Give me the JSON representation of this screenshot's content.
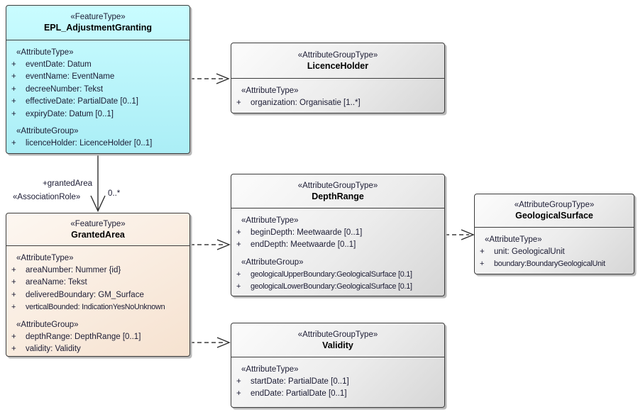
{
  "diagram": {
    "colors": {
      "feature_cyan_top": "#C9FCFF",
      "feature_cyan_bottom": "#ABEEF6",
      "granted_top": "#FDF7F1",
      "granted_bottom": "#F6E2D0",
      "group_top": "#FCFCFC",
      "group_bottom": "#D6D6D6",
      "border": "#3C3C3C",
      "text": "#1B1B33"
    },
    "boxes": {
      "epl": {
        "stereotype": "«FeatureType»",
        "title": "EPL_AdjustmentGranting",
        "attr_header": "«AttributeType»",
        "attrs": [
          {
            "vis": "+",
            "text": "eventDate: Datum"
          },
          {
            "vis": "+",
            "text": "eventName: EventName"
          },
          {
            "vis": "+",
            "text": "decreeNumber: Tekst"
          },
          {
            "vis": "+",
            "text": "effectiveDate: PartialDate [0..1]"
          },
          {
            "vis": "+",
            "text": "expiryDate: Datum [0..1]"
          }
        ],
        "group_header": "«AttributeGroup»",
        "groups": [
          {
            "vis": "+",
            "text": "licenceHolder: LicenceHolder [0..1]"
          }
        ]
      },
      "licence_holder": {
        "stereotype": "«AttributeGroupType»",
        "title": "LicenceHolder",
        "attr_header": "«AttributeType»",
        "attrs": [
          {
            "vis": "+",
            "text": "organization: Organisatie [1..*]"
          }
        ]
      },
      "depth_range": {
        "stereotype": "«AttributeGroupType»",
        "title": "DepthRange",
        "attr_header": "«AttributeType»",
        "attrs": [
          {
            "vis": "+",
            "text": "beginDepth: Meetwaarde [0..1]"
          },
          {
            "vis": "+",
            "text": "endDepth: Meetwaarde [0..1]"
          }
        ],
        "group_header": "«AttributeGroup»",
        "groups": [
          {
            "vis": "+",
            "text": "geologicalUpperBoundary:GeologicalSurface [0.1]"
          },
          {
            "vis": "+",
            "text": "geologicalLowerBoundary:GeologicalSurface [0.1]"
          }
        ]
      },
      "geological_surface": {
        "stereotype": "«AttributeGroupType»",
        "title": "GeologicalSurface",
        "attr_header": "«AttributeType»",
        "attrs": [
          {
            "vis": "+",
            "text": "unit: GeologicalUnit"
          },
          {
            "vis": "+",
            "text": "boundary:BoundaryGeologicalUnit"
          }
        ]
      },
      "granted_area": {
        "stereotype": "«FeatureType»",
        "title": "GrantedArea",
        "attr_header": "«AttributeType»",
        "attrs": [
          {
            "vis": "+",
            "text": "areaNumber: Nummer {id}"
          },
          {
            "vis": "+",
            "text": "areaName: Tekst"
          },
          {
            "vis": "+",
            "text": "deliveredBoundary: GM_Surface"
          },
          {
            "vis": "+",
            "text": "verticalBounded: IndicationYesNoUnknown"
          }
        ],
        "group_header": "«AttributeGroup»",
        "groups": [
          {
            "vis": "+",
            "text": "depthRange: DepthRange [0..1]"
          },
          {
            "vis": "+",
            "text": "validity: Validity"
          }
        ]
      },
      "validity": {
        "stereotype": "«AttributeGroupType»",
        "title": "Validity",
        "attr_header": "«AttributeType»",
        "attrs": [
          {
            "vis": "+",
            "text": "startDate: PartialDate [0..1]"
          },
          {
            "vis": "+",
            "text": "endDate: PartialDate [0..1]"
          }
        ]
      }
    },
    "association": {
      "role": "+grantedArea",
      "stereotype": "«AssociationRole»",
      "multiplicity": "0..*"
    }
  }
}
